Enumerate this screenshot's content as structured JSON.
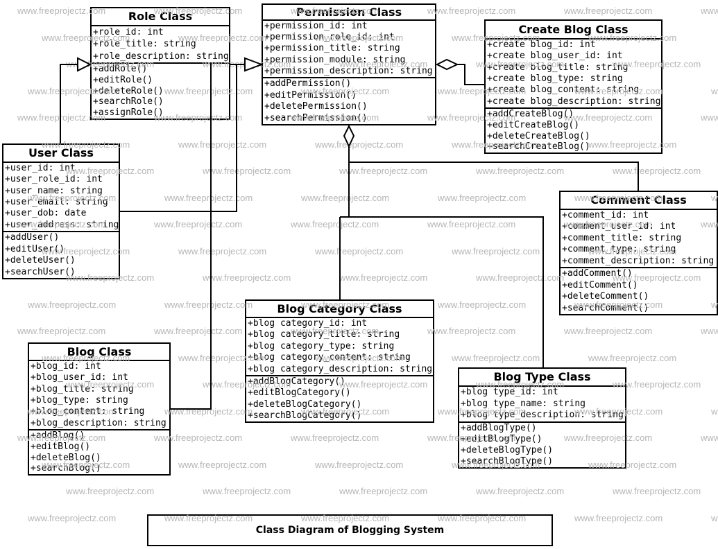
{
  "watermark": {
    "text": "www.freeprojectz.com"
  },
  "caption": {
    "text": "Class Diagram of Blogging System"
  },
  "classes": [
    {
      "name": "role",
      "title": "Role Class",
      "attributes": [
        "+role_id: int",
        "+role_title: string",
        "+role_description: string"
      ],
      "methods": [
        "+addRole()",
        "+editRole()",
        "+deleteRole()",
        "+searchRole()",
        "+assignRole()"
      ]
    },
    {
      "name": "permission",
      "title": "Permission Class",
      "attributes": [
        "+permission_id: int",
        "+permission_role_id: int",
        "+permission_title: string",
        "+permission_module: string",
        "+permission_description: string"
      ],
      "methods": [
        "+addPermission()",
        "+editPermission()",
        "+deletePermission()",
        "+searchPermission()"
      ]
    },
    {
      "name": "create-blog",
      "title": "Create Blog Class",
      "attributes": [
        "+create blog_id: int",
        "+create blog_user_id: int",
        "+create blog_title: string",
        "+create blog_type: string",
        "+create blog_content: string",
        "+create blog_description: string"
      ],
      "methods": [
        "+addCreateBlog()",
        "+editCreateBlog()",
        "+deleteCreateBlog()",
        "+searchCreateBlog()"
      ]
    },
    {
      "name": "user",
      "title": "User Class",
      "attributes": [
        "+user_id: int",
        "+user_role_id: int",
        "+user_name: string",
        "+user_email: string",
        "+user_dob: date",
        "+user_address: string"
      ],
      "methods": [
        "+addUser()",
        "+editUser()",
        "+deleteUser()",
        "+searchUser()"
      ]
    },
    {
      "name": "comment",
      "title": "Comment Class",
      "attributes": [
        "+comment_id: int",
        "+comment_user_id: int",
        "+comment_title: string",
        "+comment_type: string",
        "+comment_description: string"
      ],
      "methods": [
        "+addComment()",
        "+editComment()",
        "+deleteComment()",
        "+searchComment()"
      ]
    },
    {
      "name": "blog-category",
      "title": "Blog Category Class",
      "attributes": [
        "+blog category_id: int",
        "+blog category_title: string",
        "+blog category_type: string",
        "+blog category_content: string",
        "+blog category_description: string"
      ],
      "methods": [
        "+addBlogCategory()",
        "+editBlogCategory()",
        "+deleteBlogCategory()",
        "+searchBlogCategory()"
      ]
    },
    {
      "name": "blog",
      "title": "Blog Class",
      "attributes": [
        "+blog_id: int",
        "+blog_user_id: int",
        "+blog_title: string",
        "+blog_type: string",
        "+blog_content: string",
        "+blog_description: string"
      ],
      "methods": [
        "+addBlog()",
        "+editBlog()",
        "+deleteBlog()",
        "+searchBlog()"
      ]
    },
    {
      "name": "blog-type",
      "title": "Blog Type Class",
      "attributes": [
        "+blog type_id: int",
        "+blog type_name: string",
        "+blog type_description: string"
      ],
      "methods": [
        "+addBlogType()",
        "+editBlogType()",
        "+deleteBlogType()",
        "+searchBlogType()"
      ]
    }
  ],
  "relationships": [
    {
      "from": "User Class",
      "to": "Role Class",
      "type": "generalization"
    },
    {
      "from": "Role Class",
      "to": "Permission Class",
      "type": "generalization"
    },
    {
      "from": "User Class",
      "to": "Permission Class",
      "type": "generalization"
    },
    {
      "from": "Blog Class",
      "to": "Permission Class",
      "type": "association"
    },
    {
      "from": "Permission Class",
      "to": "Create Blog Class",
      "type": "aggregation"
    },
    {
      "from": "Permission Class",
      "to": "Comment Class",
      "type": "aggregation"
    },
    {
      "from": "Permission Class",
      "to": "Blog Category Class",
      "type": "aggregation"
    },
    {
      "from": "Permission Class",
      "to": "Blog Type Class",
      "type": "aggregation"
    }
  ],
  "colors": {
    "line": "#000000",
    "box_fill": "#ffffff",
    "watermark": "#b6b6b6"
  }
}
